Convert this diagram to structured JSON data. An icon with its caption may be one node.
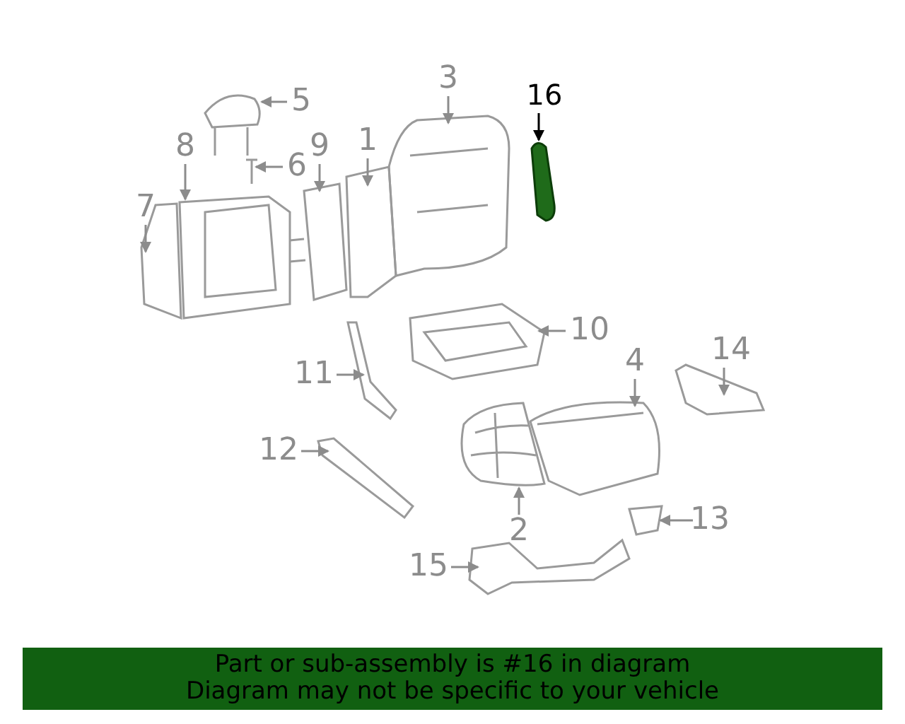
{
  "diagram": {
    "nodes": [
      {
        "text": [
          "3"
        ]
      },
      {
        "text": [
          "5"
        ]
      },
      {
        "text": [
          "16"
        ]
      },
      {
        "text": [
          "1"
        ]
      },
      {
        "text": [
          "9"
        ]
      },
      {
        "text": [
          "8"
        ]
      },
      {
        "text": [
          "6"
        ]
      },
      {
        "text": [
          "7"
        ]
      },
      {
        "text": [
          "10"
        ]
      },
      {
        "text": [
          "14"
        ]
      },
      {
        "text": [
          "4"
        ]
      },
      {
        "text": [
          "11"
        ]
      },
      {
        "text": [
          "12"
        ]
      },
      {
        "text": [
          "13"
        ]
      },
      {
        "text": [
          "2"
        ]
      },
      {
        "text": [
          "15"
        ]
      },
      {
        "text": [
          "Part or sub-assembly is #16 in diagram",
          "Diagram may not be specific to your vehicle"
        ]
      },
      {
        "text": [],
        "shape": "picture"
      },
      {
        "text": [],
        "shape": "picture"
      },
      {
        "text": [],
        "shape": "picture"
      },
      {
        "text": [],
        "shape": "picture"
      },
      {
        "text": [],
        "shape": "picture"
      },
      {
        "text": [],
        "shape": "picture"
      },
      {
        "text": [],
        "shape": "picture"
      },
      {
        "text": [],
        "shape": "picture"
      },
      {
        "text": [],
        "shape": "picture"
      },
      {
        "text": [],
        "shape": "picture"
      },
      {
        "text": [],
        "shape": "picture"
      },
      {
        "text": [],
        "shape": "picture"
      },
      {
        "text": [],
        "shape": "picture"
      },
      {
        "text": [],
        "shape": "picture"
      },
      {
        "text": [],
        "shape": "picture"
      },
      {
        "text": [],
        "shape": "picture"
      }
    ],
    "edges": [
      {
        "from": 0,
        "to": 17,
        "arrow": "to"
      },
      {
        "from": 1,
        "to": 18,
        "arrow": "to"
      },
      {
        "from": 2,
        "to": 19,
        "arrow": "to",
        "color": "#000000"
      },
      {
        "from": 3,
        "to": 20,
        "arrow": "to"
      },
      {
        "from": 4,
        "to": 21,
        "arrow": "to"
      },
      {
        "from": 5,
        "to": 22,
        "arrow": "to"
      },
      {
        "from": 6,
        "to": 23,
        "arrow": "to"
      },
      {
        "from": 7,
        "to": 24,
        "arrow": "to"
      },
      {
        "from": 8,
        "to": 25,
        "arrow": "to"
      },
      {
        "from": 9,
        "to": 26,
        "arrow": "to"
      },
      {
        "from": 10,
        "to": 27,
        "arrow": "to"
      },
      {
        "from": 11,
        "to": 28,
        "arrow": "to"
      },
      {
        "from": 12,
        "to": 29,
        "arrow": "to"
      },
      {
        "from": 13,
        "to": 30,
        "arrow": "to"
      },
      {
        "from": 14,
        "to": 31,
        "arrow": "to"
      },
      {
        "from": 15,
        "to": 32,
        "arrow": "to"
      }
    ]
  }
}
